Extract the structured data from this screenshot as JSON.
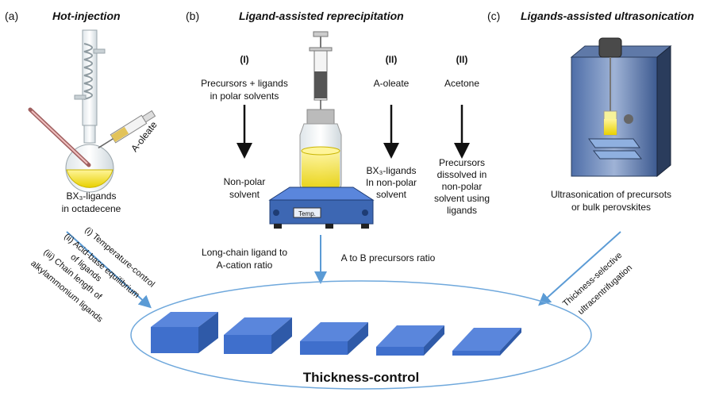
{
  "panels": {
    "a": {
      "letter": "(a)",
      "title": "Hot-injection"
    },
    "b": {
      "letter": "(b)",
      "title": "Ligand-assisted reprecipitation"
    },
    "c": {
      "letter": "(c)",
      "title": "Ligands-assisted ultrasonication"
    }
  },
  "hot_injection": {
    "syringe_label": "A-oleate",
    "flask_caption_line1": "BX₃-ligands",
    "flask_caption_line2": "in octadecene",
    "factors": [
      "(i) Temperature-control",
      "(ii) Acid-base equilibrium",
      "of ligands",
      "(iii) Chain length of",
      "alkylammonium ligands"
    ]
  },
  "larp": {
    "col1_numeral": "(I)",
    "col1_line1": "Precursors + ligands",
    "col1_line2": "in polar solvents",
    "col1_result_line1": "Non-polar",
    "col1_result_line2": "solvent",
    "col2_numeral": "(II)",
    "col2_label": "A-oleate",
    "col2_result_line1": "BX₃-ligands",
    "col2_result_line2": "In non-polar",
    "col2_result_line3": "solvent",
    "col3_numeral": "(II)",
    "col3_label": "Acetone",
    "col3_result_line1": "Precursors",
    "col3_result_line2": "dissolved in",
    "col3_result_line3": "non-polar",
    "col3_result_line4": "solvent using",
    "col3_result_line5": "ligands",
    "hotplate_label": "Temp.",
    "factor_left_line1": "Long-chain ligand to",
    "factor_left_line2": "A-cation ratio",
    "factor_right": "A to B precursors ratio"
  },
  "ultrasonication": {
    "caption_line1": "Ultrasonication of precursots",
    "caption_line2": "or bulk perovskites",
    "factor_line1": "Thickness-selective",
    "factor_line2": "ultracentrifugation"
  },
  "result": {
    "label": "Thickness-control"
  },
  "colors": {
    "arrow_blue": "#5b9bd5",
    "slab_blue": "#3f6fcc",
    "slab_top": "#5a86dc",
    "ellipse_stroke": "#6fa8dc",
    "hotplate": "#3d67b3",
    "box_dark": "#2a3c5c"
  }
}
